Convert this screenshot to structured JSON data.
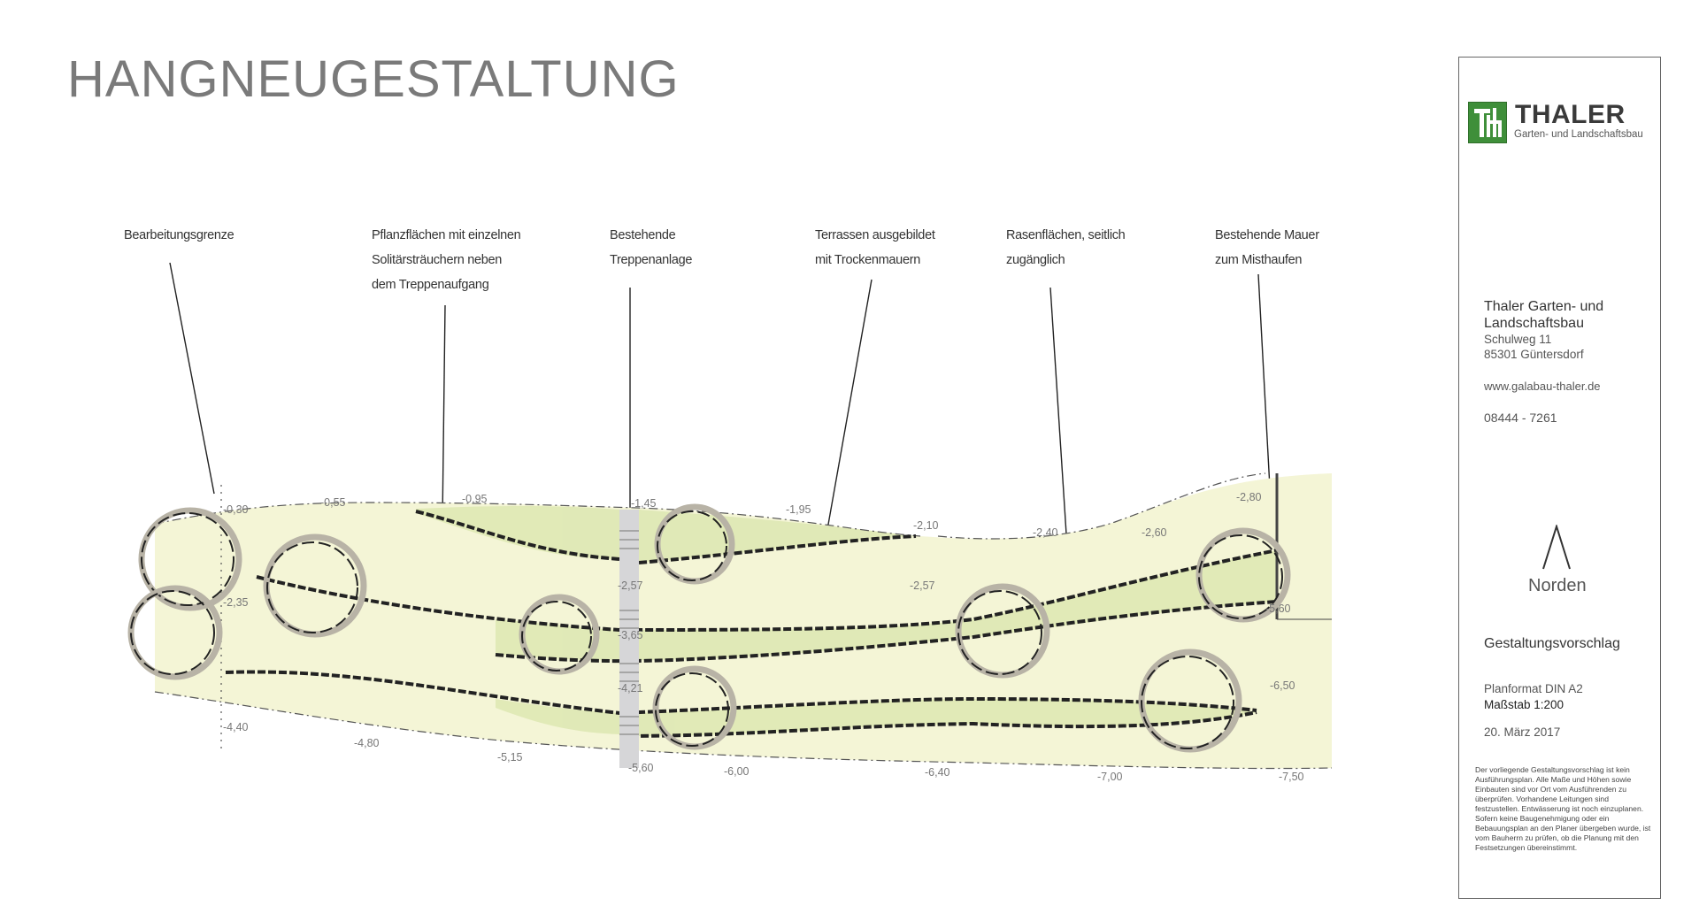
{
  "title": "HANGNEUGESTALTUNG",
  "annotations": [
    {
      "lines": [
        "Bearbeitungsgrenze"
      ]
    },
    {
      "lines": [
        "Pflanzflächen mit einzelnen",
        "Solitärsträuchern neben",
        "dem Treppenaufgang"
      ]
    },
    {
      "lines": [
        "Bestehende",
        "Treppenanlage"
      ]
    },
    {
      "lines": [
        "Terrassen ausgebildet",
        "mit Trockenmauern"
      ]
    },
    {
      "lines": [
        "Rasenflächen, seitlich",
        "zugänglich"
      ]
    },
    {
      "lines": [
        "Bestehende Mauer",
        "zum Misthaufen"
      ]
    }
  ],
  "elevations": [
    "-0,30",
    "-0,55",
    "-0,95",
    "-1,45",
    "-1,95",
    "-2,10",
    "-2,40",
    "-2,60",
    "-2,80",
    "-2,35",
    "-2,57",
    "-3,65",
    "-4,21",
    "-2,57",
    "-5,60",
    "-6,50",
    "-4,40",
    "-4,80",
    "-5,15",
    "-5,60",
    "-6,00",
    "-6,40",
    "-7,00",
    "-7,50"
  ],
  "title_block": {
    "logo_text": "Th",
    "brand": "THALER",
    "brand_sub": "Garten- und Landschaftsbau",
    "company_line1": "Thaler Garten- und",
    "company_line2": "Landschaftsbau",
    "street": "Schulweg 11",
    "city": "85301 Güntersdorf",
    "website": "www.galabau-thaler.de",
    "phone": "08444 - 7261",
    "north_label": "Norden",
    "plan_type": "Gestaltungsvorschlag",
    "format": "Planformat DIN A2",
    "scale": "Maßstab 1:200",
    "date": "20. März 2017",
    "disclaimer": "Der vorliegende Gestaltungsvorschlag ist kein Ausführungsplan. Alle Maße und Höhen sowie Einbauten sind vor Ort vom Ausführenden zu überprüfen. Vorhandene Leitungen sind festzustellen. Entwässerung ist noch einzuplanen. Sofern keine Baugenehmigung oder ein Bebauungsplan an den Planer übergeben wurde, ist vom Bauherrn zu prüfen, ob die Planung mit den Festsetzungen übereinstimmt."
  },
  "colors": {
    "lawn": "#f4f5d6",
    "planting": "#dfe8b8",
    "brand_green": "#3f8f3a",
    "stairs": "#d6d6d8"
  }
}
